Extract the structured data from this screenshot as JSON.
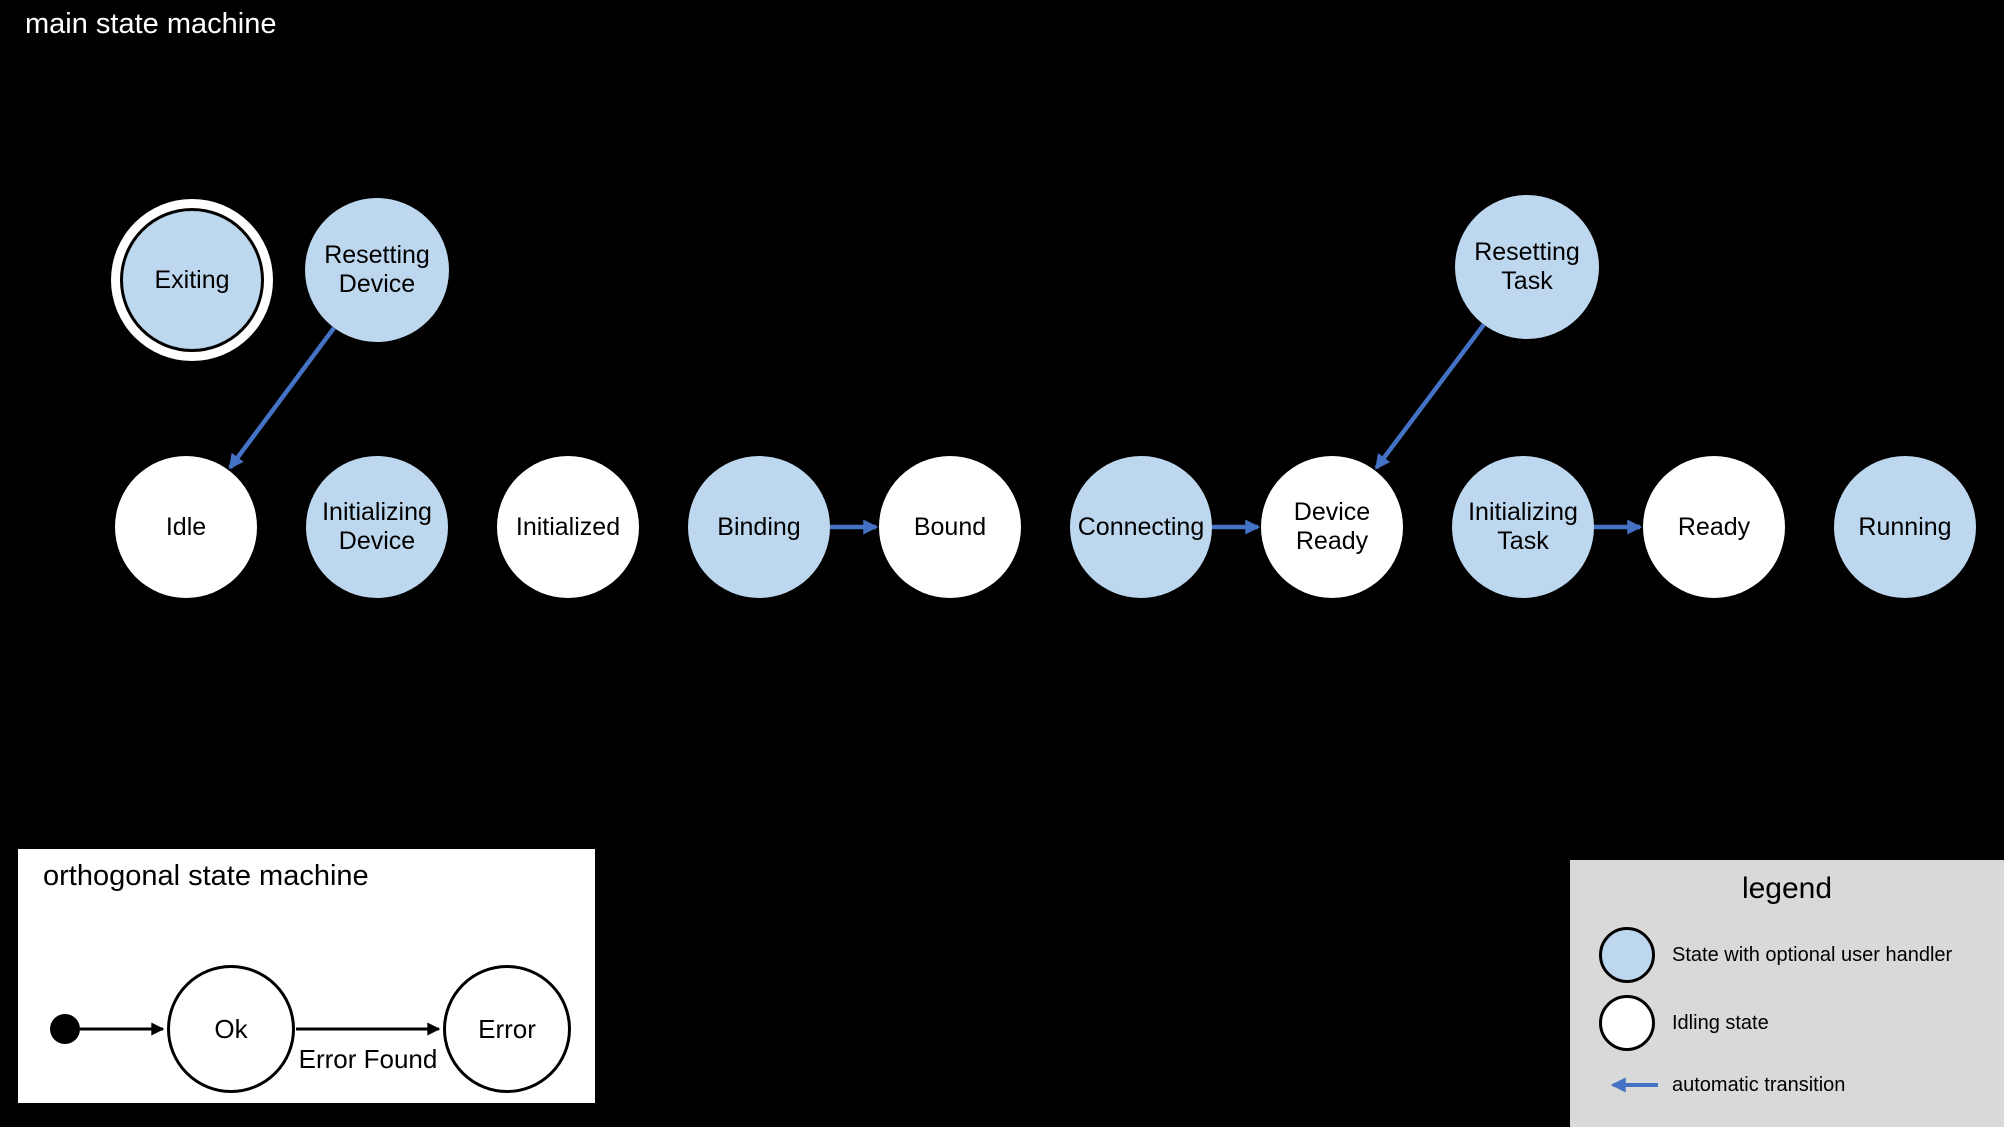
{
  "main_machine": {
    "title": "main state machine",
    "states": [
      {
        "id": "exiting",
        "label": "Exiting",
        "kind": "handler",
        "final": true
      },
      {
        "id": "resetting_device",
        "label": "Resetting Device",
        "kind": "handler",
        "final": false
      },
      {
        "id": "resetting_task",
        "label": "Resetting Task",
        "kind": "handler",
        "final": false
      },
      {
        "id": "idle",
        "label": "Idle",
        "kind": "idling",
        "final": false
      },
      {
        "id": "initializing_device",
        "label": "Initializing Device",
        "kind": "handler",
        "final": false
      },
      {
        "id": "initialized",
        "label": "Initialized",
        "kind": "idling",
        "final": false
      },
      {
        "id": "binding",
        "label": "Binding",
        "kind": "handler",
        "final": false
      },
      {
        "id": "bound",
        "label": "Bound",
        "kind": "idling",
        "final": false
      },
      {
        "id": "connecting",
        "label": "Connecting",
        "kind": "handler",
        "final": false
      },
      {
        "id": "device_ready",
        "label": "Device Ready",
        "kind": "idling",
        "final": false
      },
      {
        "id": "initializing_task",
        "label": "Initializing Task",
        "kind": "handler",
        "final": false
      },
      {
        "id": "ready",
        "label": "Ready",
        "kind": "idling",
        "final": false
      },
      {
        "id": "running",
        "label": "Running",
        "kind": "handler",
        "final": false
      }
    ],
    "transitions": [
      {
        "from": "resetting_device",
        "to": "idle",
        "type": "automatic"
      },
      {
        "from": "binding",
        "to": "bound",
        "type": "automatic"
      },
      {
        "from": "connecting",
        "to": "device_ready",
        "type": "automatic"
      },
      {
        "from": "resetting_task",
        "to": "device_ready",
        "type": "automatic"
      },
      {
        "from": "initializing_task",
        "to": "ready",
        "type": "automatic"
      }
    ]
  },
  "ortho_machine": {
    "title": "orthogonal state machine",
    "states": [
      {
        "id": "ok",
        "label": "Ok"
      },
      {
        "id": "error",
        "label": "Error"
      }
    ],
    "transitions": [
      {
        "from": "initial",
        "to": "ok",
        "label": ""
      },
      {
        "from": "ok",
        "to": "error",
        "label": "Error Found"
      }
    ]
  },
  "legend": {
    "title": "legend",
    "items": [
      {
        "swatch": "handler-state-circle",
        "label": "State with optional user handler"
      },
      {
        "swatch": "idling-state-circle",
        "label": "Idling state"
      },
      {
        "swatch": "automatic-transition-arrow",
        "label": "automatic transition"
      }
    ]
  },
  "colors": {
    "background": "#000000",
    "handler_state_fill": "#bdd7ee",
    "idling_state_fill": "#ffffff",
    "automatic_transition_arrow": "#4472c4",
    "plain_transition_arrow": "#000000",
    "legend_background": "#d9d9d9",
    "main_title_text": "#ffffff",
    "diagram_text": "#000000"
  }
}
